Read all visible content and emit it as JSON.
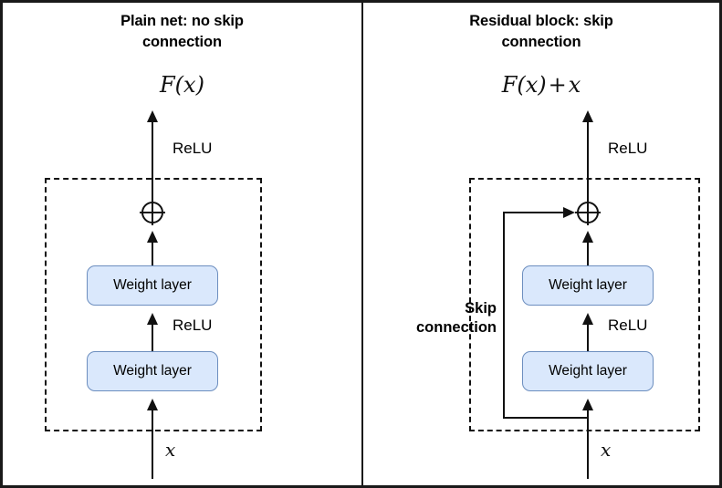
{
  "figure": {
    "type": "diagram",
    "subject": "Residual learning: plain network vs. residual block with skip connection",
    "panel_count": 2
  },
  "left_panel": {
    "title": "Plain net: no skip\nconnection",
    "output_label": "F(x)",
    "output_label_parts": {
      "func": "F(x)"
    },
    "top_relu": "ReLU",
    "mid_relu": "ReLU",
    "sum_node": "oplus",
    "upper_weight_layer": "Weight layer",
    "lower_weight_layer": "Weight layer",
    "input_label": "x"
  },
  "right_panel": {
    "title": "Residual block: skip\nconnection",
    "output_label": "F(x) + x",
    "output_label_parts": {
      "func": "F(x)",
      "operator": "+",
      "identity": "x"
    },
    "top_relu": "ReLU",
    "mid_relu": "ReLU",
    "sum_node": "oplus",
    "upper_weight_layer": "Weight layer",
    "lower_weight_layer": "Weight layer",
    "input_label": "x",
    "skip_label": "Skip\nconnection"
  },
  "colors": {
    "weight_layer_fill": "#dae8fc",
    "weight_layer_border": "#6c8ebf",
    "line": "#111111",
    "frame": "#1a1a1a",
    "background": "#ffffff"
  }
}
